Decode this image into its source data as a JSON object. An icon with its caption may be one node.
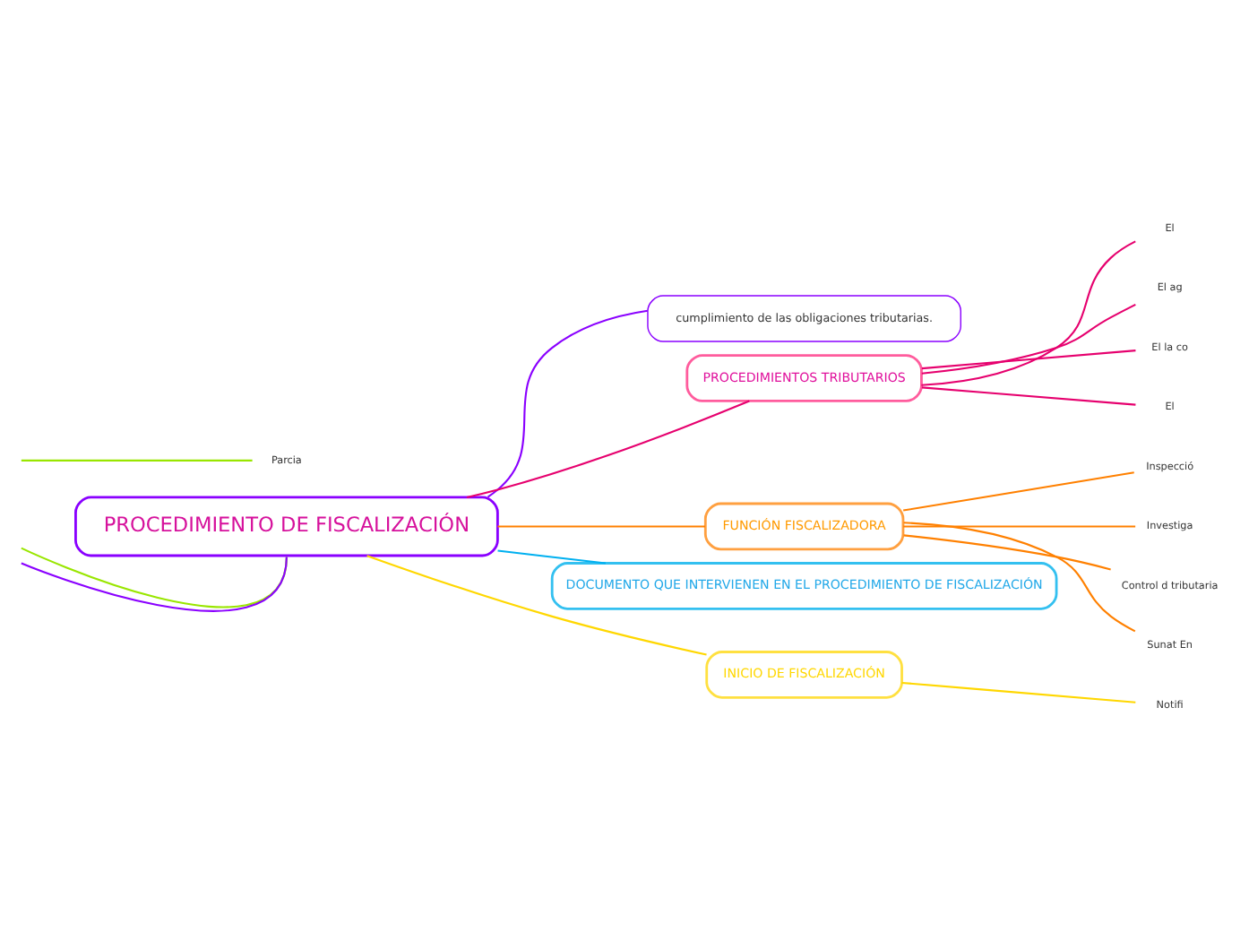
{
  "diagram": {
    "nodes": [
      {
        "text": [
          "PROCEDIMIENTO DE FISCALIZACIÓN"
        ]
      },
      {
        "text": [
          "cumplimiento de las obligaciones tributarias."
        ]
      },
      {
        "text": [
          "PROCEDIMIENTOS TRIBUTARIOS"
        ]
      },
      {
        "text": [
          "El"
        ]
      },
      {
        "text": [
          "El ag"
        ]
      },
      {
        "text": [
          "El la co"
        ]
      },
      {
        "text": [
          "El"
        ]
      },
      {
        "text": [
          "FUNCIÓN FISCALIZADORA"
        ]
      },
      {
        "text": [
          "Inspecció"
        ]
      },
      {
        "text": [
          "Investiga"
        ]
      },
      {
        "text": [
          "Control d tributaria"
        ]
      },
      {
        "text": [
          "Sunat En"
        ]
      },
      {
        "text": [
          "DOCUMENTO QUE INTERVIENEN EN EL PROCEDIMIENTO DE FISCALIZACIÓN"
        ]
      },
      {
        "text": [
          "INICIO DE FISCALIZACIÓN"
        ]
      },
      {
        "text": [
          "Notifi"
        ]
      },
      {
        "text": [
          "Parcia"
        ]
      }
    ],
    "edges": [
      {
        "from": 0,
        "to": 1,
        "arrow": "none",
        "color": "#8a00ff"
      },
      {
        "from": 0,
        "to": 2,
        "arrow": "none",
        "color": "#e6006e"
      },
      {
        "from": 2,
        "to": 3,
        "arrow": "none",
        "color": "#e6006e"
      },
      {
        "from": 2,
        "to": 4,
        "arrow": "none",
        "color": "#e6006e"
      },
      {
        "from": 2,
        "to": 5,
        "arrow": "none",
        "color": "#e6006e"
      },
      {
        "from": 2,
        "to": 6,
        "arrow": "none",
        "color": "#e6006e"
      },
      {
        "from": 0,
        "to": 7,
        "arrow": "none",
        "color": "#ff8000"
      },
      {
        "from": 7,
        "to": 8,
        "arrow": "none",
        "color": "#ff8000"
      },
      {
        "from": 7,
        "to": 9,
        "arrow": "none",
        "color": "#ff8000"
      },
      {
        "from": 7,
        "to": 10,
        "arrow": "none",
        "color": "#ff8000"
      },
      {
        "from": 7,
        "to": 11,
        "arrow": "none",
        "color": "#ff8000"
      },
      {
        "from": 0,
        "to": 12,
        "arrow": "none",
        "color": "#00b0f0"
      },
      {
        "from": 0,
        "to": 13,
        "arrow": "none",
        "color": "#ffd700"
      },
      {
        "from": 13,
        "to": 14,
        "arrow": "none",
        "color": "#ffd700"
      },
      {
        "from": 0,
        "to": null,
        "arrow": "none",
        "color": "#99e600"
      },
      {
        "from": null,
        "to": 15,
        "arrow": "none",
        "color": "#99e600"
      },
      {
        "from": 0,
        "to": null,
        "arrow": "none",
        "color": "#8a00ff"
      }
    ]
  }
}
